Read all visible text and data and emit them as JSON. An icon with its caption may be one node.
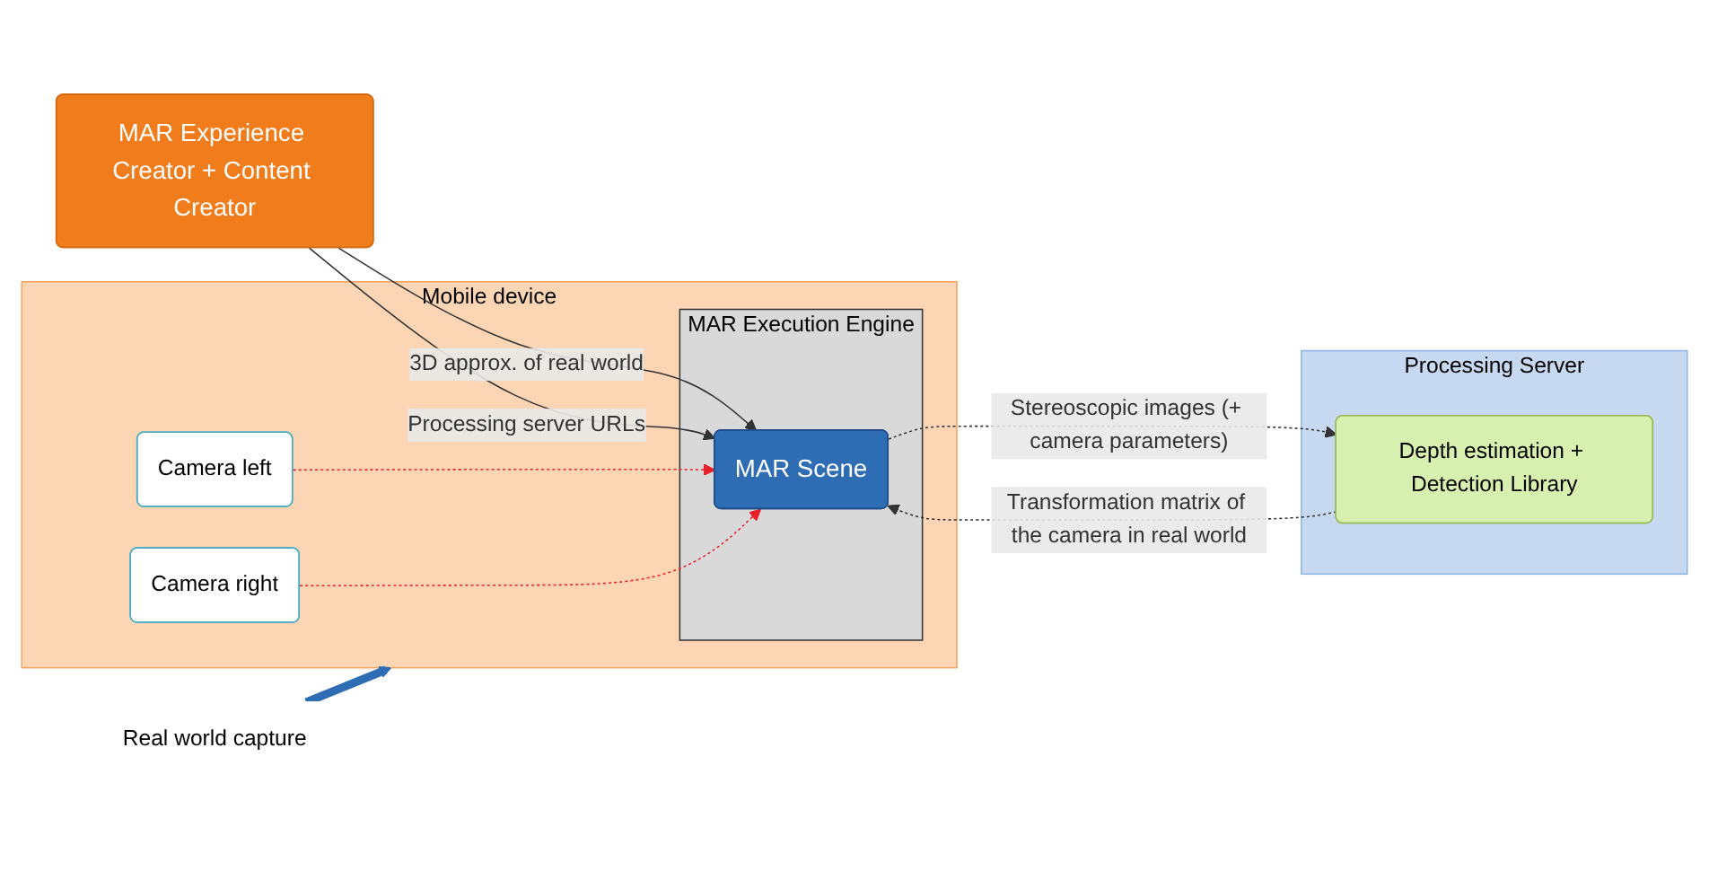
{
  "diagram": {
    "nodes": [
      {
        "text": [
          "MAR Experience Creator + Content Creator"
        ]
      },
      {
        "text": [
          "Mobile device"
        ]
      },
      {
        "text": [
          "MAR Execution Engine"
        ],
        "in": 1
      },
      {
        "text": [
          "MAR Scene"
        ],
        "in": 2
      },
      {
        "text": [
          "Camera left"
        ],
        "in": 1
      },
      {
        "text": [
          "Camera right"
        ],
        "in": 1
      },
      {
        "text": [
          "Processing Server"
        ]
      },
      {
        "text": [
          "Depth estimation + Detection Library"
        ],
        "in": 6
      },
      {
        "text": [
          "Real world capture"
        ]
      }
    ],
    "edges": [
      {
        "from": 0,
        "to": 3,
        "arrow": "to",
        "label": "3D approx. of real world"
      },
      {
        "from": 0,
        "to": 3,
        "arrow": "to",
        "label": "Processing server URLs"
      },
      {
        "from": 3,
        "to": 7,
        "arrow": "to",
        "style": "dashed",
        "label": "Stereoscopic images (+ camera parameters)"
      },
      {
        "from": 7,
        "to": 3,
        "arrow": "to",
        "style": "dashed",
        "label": "Transformation matrix of the camera in real world"
      },
      {
        "from": 4,
        "to": 3,
        "arrow": "to",
        "style": "dashed",
        "color": "#e8202a"
      },
      {
        "from": 5,
        "to": 3,
        "arrow": "to",
        "style": "dashed",
        "color": "#e8202a"
      },
      {
        "from": 8,
        "to": 1,
        "arrow": "to",
        "style": "thick",
        "color": "#2e6db4"
      }
    ]
  }
}
